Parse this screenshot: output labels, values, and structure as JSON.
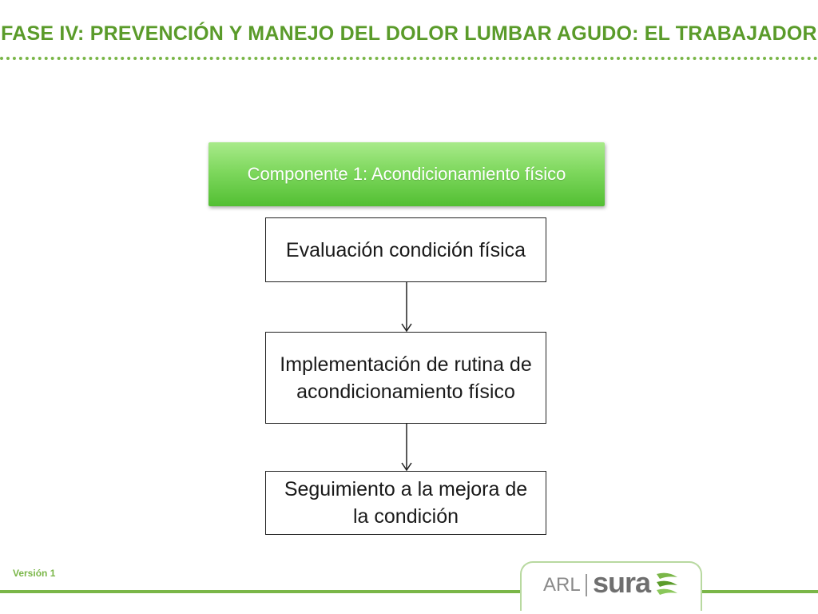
{
  "header": {
    "title": "FASE IV: PREVENCIÓN Y MANEJO DEL DOLOR LUMBAR AGUDO: EL TRABAJADOR"
  },
  "diagram": {
    "component": "Componente 1: Acondicionamiento físico",
    "steps": [
      "Evaluación condición física",
      "Implementación de rutina de acondicionamiento físico",
      "Seguimiento a la mejora de la condición"
    ]
  },
  "footer": {
    "version": "Versión 1",
    "logo_prefix": "ARL",
    "logo_brand": "sura"
  },
  "colors": {
    "accent": "#5a9b2a",
    "component_fill": "#7fd85e"
  }
}
